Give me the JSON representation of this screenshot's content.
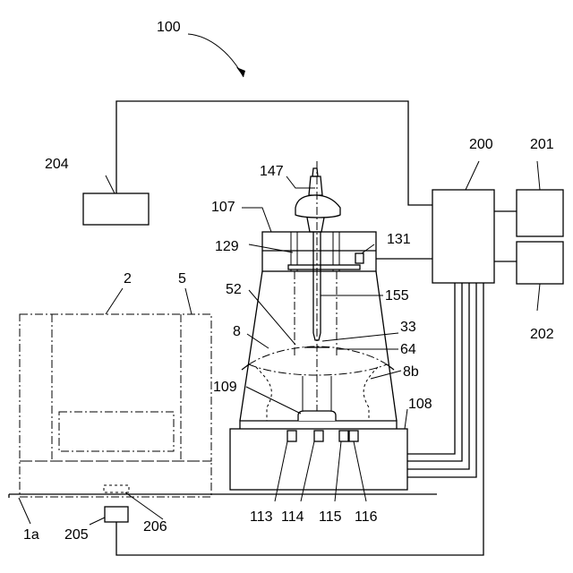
{
  "labels": {
    "system": "100",
    "controller": "200",
    "unit201": "201",
    "unit202": "202",
    "unit204": "204",
    "sensor205": "205",
    "part206": "206",
    "floor": "1a",
    "machine": "2",
    "cover": "5",
    "spindle_motor": "147",
    "upper_frame": "107",
    "gear_plate": "129",
    "sensor131": "131",
    "shaft": "155",
    "frame52": "52",
    "part8": "8",
    "part33": "33",
    "part64": "64",
    "part8b": "8b",
    "part109": "109",
    "base": "108",
    "port113": "113",
    "port114": "114",
    "port115": "115",
    "port116": "116"
  }
}
